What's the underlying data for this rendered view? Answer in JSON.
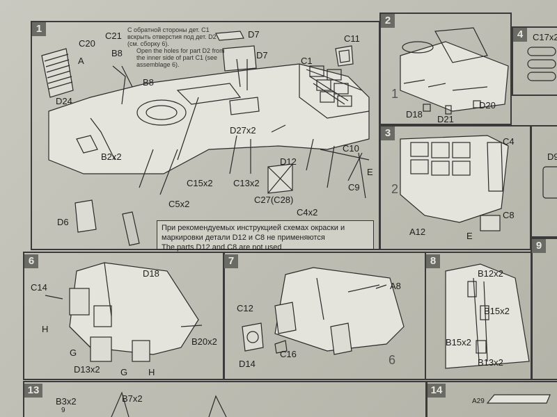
{
  "steps": {
    "s1": "1",
    "s2": "2",
    "s3": "3",
    "s4": "4",
    "s6": "6",
    "s7": "7",
    "s8": "8",
    "s9": "9",
    "s13": "13",
    "s14": "14"
  },
  "step1": {
    "note_ru": "С обратной стороны дет. С1 вскрыть отверстия под дет. D2 (см. сборку 6).",
    "note_en": "Open the holes for part D2 from the inner side of part C1 (see assemblage 6).",
    "labels": {
      "c20": "C20",
      "c21": "C21",
      "a": "A",
      "b8a": "B8",
      "b8b": "B8",
      "d7a": "D7",
      "d7b": "D7",
      "c11": "C11",
      "c1": "C1",
      "d24": "D24",
      "b2x2": "B2x2",
      "d27x2": "D27x2",
      "c10": "C10",
      "d12": "D12",
      "e": "E",
      "c9": "C9",
      "c15x2": "C15x2",
      "c13x2": "C13x2",
      "c27": "C27(C28)",
      "c4x2": "C4x2",
      "c5x2": "C5x2",
      "d6": "D6"
    },
    "box_ru": "При рекомендуемых инструкцией схемах окраски и маркировки детали D12 и C8 не применяются",
    "box_en": "The parts D12 and C8 are not used"
  },
  "step2": {
    "labels": {
      "one": "1",
      "d18": "D18",
      "d21": "D21",
      "d20": "D20"
    }
  },
  "step3": {
    "labels": {
      "two": "2",
      "c4": "C4",
      "c8": "C8",
      "a12": "A12",
      "e": "E"
    }
  },
  "step4": {
    "labels": {
      "c17x2": "C17x2"
    }
  },
  "step6": {
    "labels": {
      "d18": "D18",
      "c14": "C14",
      "h1": "H",
      "g1": "G",
      "d13x2": "D13x2",
      "g2": "G",
      "h2": "H",
      "b20x2": "B20x2"
    }
  },
  "step7": {
    "labels": {
      "a8": "A8",
      "c12": "C12",
      "d14": "D14",
      "c16": "C16",
      "six": "6"
    }
  },
  "step8": {
    "labels": {
      "b12x2": "B12x2",
      "b15x2a": "B15x2",
      "b15x2b": "B15x2",
      "b13x2": "B13x2"
    }
  },
  "step13": {
    "labels": {
      "b3x2": "B3x2",
      "b7x2": "B7x2",
      "nine": "9"
    }
  },
  "step14": {
    "labels": {
      "a29": "A29"
    }
  },
  "edge": {
    "d9": "D9"
  }
}
